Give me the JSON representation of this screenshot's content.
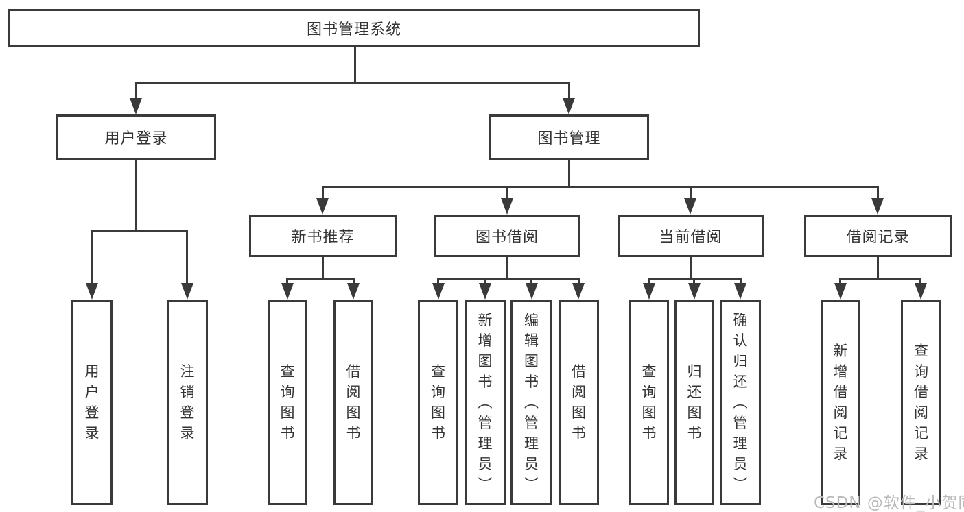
{
  "tree": {
    "root": {
      "label": "图书管理系统"
    },
    "branches": [
      {
        "label": "用户登录",
        "children": [
          {
            "label": "用户登录"
          },
          {
            "label": "注销登录"
          }
        ]
      },
      {
        "label": "图书管理",
        "children": [
          {
            "label": "新书推荐",
            "children": [
              {
                "label": "查询图书"
              },
              {
                "label": "借阅图书"
              }
            ]
          },
          {
            "label": "图书借阅",
            "children": [
              {
                "label": "查询图书"
              },
              {
                "label": "新增图书（管理员）"
              },
              {
                "label": "编辑图书（管理员）"
              },
              {
                "label": "借阅图书"
              }
            ]
          },
          {
            "label": "当前借阅",
            "children": [
              {
                "label": "查询图书"
              },
              {
                "label": "归还图书"
              },
              {
                "label": "确认归还（管理员）"
              }
            ]
          },
          {
            "label": "借阅记录",
            "children": [
              {
                "label": "新增借阅记录"
              },
              {
                "label": "查询借阅记录"
              }
            ]
          }
        ]
      }
    ]
  },
  "watermark": {
    "text": "CSDN @软件_小贺同学"
  },
  "colors": {
    "line": "#3a3a3a",
    "text": "#333333",
    "watermark": "#b9b9b9",
    "background": "#ffffff"
  }
}
